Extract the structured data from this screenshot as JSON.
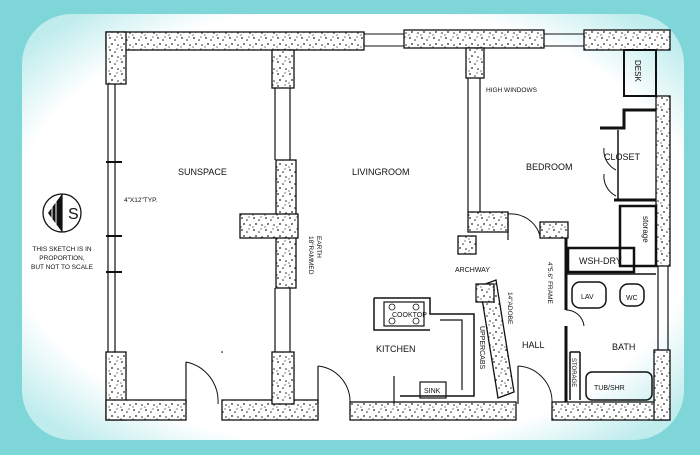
{
  "rooms": {
    "sunspace": "SUNSPACE",
    "livingroom": "LIVINGROOM",
    "bedroom": "BEDROOM",
    "closet": "CLOSET",
    "desk": "DESK",
    "storage": "storage",
    "wsh_dry": "WSH-DRY",
    "lav": "LAV",
    "wc": "WC",
    "bath": "BATH",
    "tub_shr": "TUB/SHR",
    "storage_small": "STORAGE",
    "hall": "HALL",
    "kitchen": "KITCHEN",
    "cooktop": "COOKTOP",
    "sink": "SINK",
    "archway": "ARCHWAY",
    "high_windows": "HIGH WINDOWS",
    "upper_cabs": "UPPERCABS"
  },
  "dimensions": {
    "typ": "4\"X12\"TYP.",
    "rammed_earth_1": "18\"RAMMED",
    "rammed_earth_2": "EARTH",
    "frame": "4\"5.6\" FRAME",
    "adobe": "14\"ADOBE"
  },
  "compass": {
    "letter": "S"
  },
  "note": {
    "line1": "THIS SKETCH IS IN",
    "line2": "PROPORTION,",
    "line3": "BUT NOT TO SCALE"
  }
}
